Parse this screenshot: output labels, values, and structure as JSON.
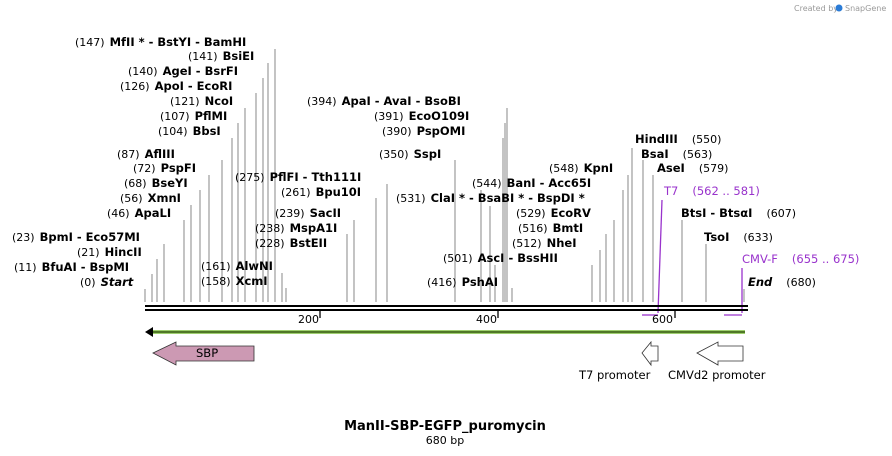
{
  "branding": {
    "text": "Created by",
    "brand": "SnapGene"
  },
  "plasmid": {
    "name": "ManII-SBP-EGFP_puromycin",
    "length_label": "680 bp"
  },
  "scale": {
    "ticks": [
      "200",
      "400",
      "600"
    ]
  },
  "sites": [
    {
      "pos": "(147)",
      "name": "MfII * - BstYI - BamHI"
    },
    {
      "pos": "(141)",
      "name": "BsiEI"
    },
    {
      "pos": "(140)",
      "name": "AgeI - BsrFI"
    },
    {
      "pos": "(126)",
      "name": "ApoI - EcoRI"
    },
    {
      "pos": "(121)",
      "name": "NcoI"
    },
    {
      "pos": "(107)",
      "name": "PflMI"
    },
    {
      "pos": "(104)",
      "name": "BbsI"
    },
    {
      "pos": "(87)",
      "name": "AflIII"
    },
    {
      "pos": "(72)",
      "name": "PspFI"
    },
    {
      "pos": "(68)",
      "name": "BseYI"
    },
    {
      "pos": "(56)",
      "name": "XmnI"
    },
    {
      "pos": "(46)",
      "name": "ApaLI"
    },
    {
      "pos": "(23)",
      "name": "BpmI - Eco57MI"
    },
    {
      "pos": "(21)",
      "name": "HincII"
    },
    {
      "pos": "(11)",
      "name": "BfuAI - BspMI"
    },
    {
      "pos": "(0)",
      "name": "Start"
    },
    {
      "pos": "(275)",
      "name": "PflFI - Tth111I"
    },
    {
      "pos": "(261)",
      "name": "Bpu10I"
    },
    {
      "pos": "(239)",
      "name": "SacII"
    },
    {
      "pos": "(238)",
      "name": "MspA1I"
    },
    {
      "pos": "(228)",
      "name": "BstEII"
    },
    {
      "pos": "(161)",
      "name": "AlwNI"
    },
    {
      "pos": "(158)",
      "name": "XcmI"
    },
    {
      "pos": "(394)",
      "name": "ApaI - AvaI - BsoBI"
    },
    {
      "pos": "(391)",
      "name": "EcoO109I"
    },
    {
      "pos": "(390)",
      "name": "PspOMI"
    },
    {
      "pos": "(350)",
      "name": "SspI"
    },
    {
      "pos": "(544)",
      "name": "BanI - Acc65I"
    },
    {
      "pos": "(531)",
      "name": "ClaI * - BsaBI * - BspDI *"
    },
    {
      "pos": "(529)",
      "name": "EcoRV"
    },
    {
      "pos": "(516)",
      "name": "BmtI"
    },
    {
      "pos": "(512)",
      "name": "NheI"
    },
    {
      "pos": "(501)",
      "name": "AscI - BssHII"
    },
    {
      "pos": "(416)",
      "name": "PshAI"
    },
    {
      "pos": "(548)",
      "name": "KpnI"
    },
    {
      "pos": "(550)",
      "name": "HindIII"
    },
    {
      "pos": "(563)",
      "name": "BsaI"
    },
    {
      "pos": "(579)",
      "name": "AseI"
    },
    {
      "pos": "(607)",
      "name": "BtsI - BtsαI"
    },
    {
      "pos": "(633)",
      "name": "TsoI"
    },
    {
      "pos": "(680)",
      "name": "End"
    }
  ],
  "primers": [
    {
      "name": "T7",
      "range": "(562 .. 581)"
    },
    {
      "name": "CMV-F",
      "range": "(655 .. 675)"
    }
  ],
  "features": [
    {
      "name": "SBP"
    },
    {
      "name": "T7 promoter"
    },
    {
      "name": "CMVd2 promoter"
    }
  ],
  "colors": {
    "backbone": "#000000",
    "orf_line": "#7fbf3f",
    "sbp_fill": "#cc99b3",
    "promoter_fill": "#ffffff",
    "primer": "#9933cc",
    "brand": "#9a9a9a"
  }
}
